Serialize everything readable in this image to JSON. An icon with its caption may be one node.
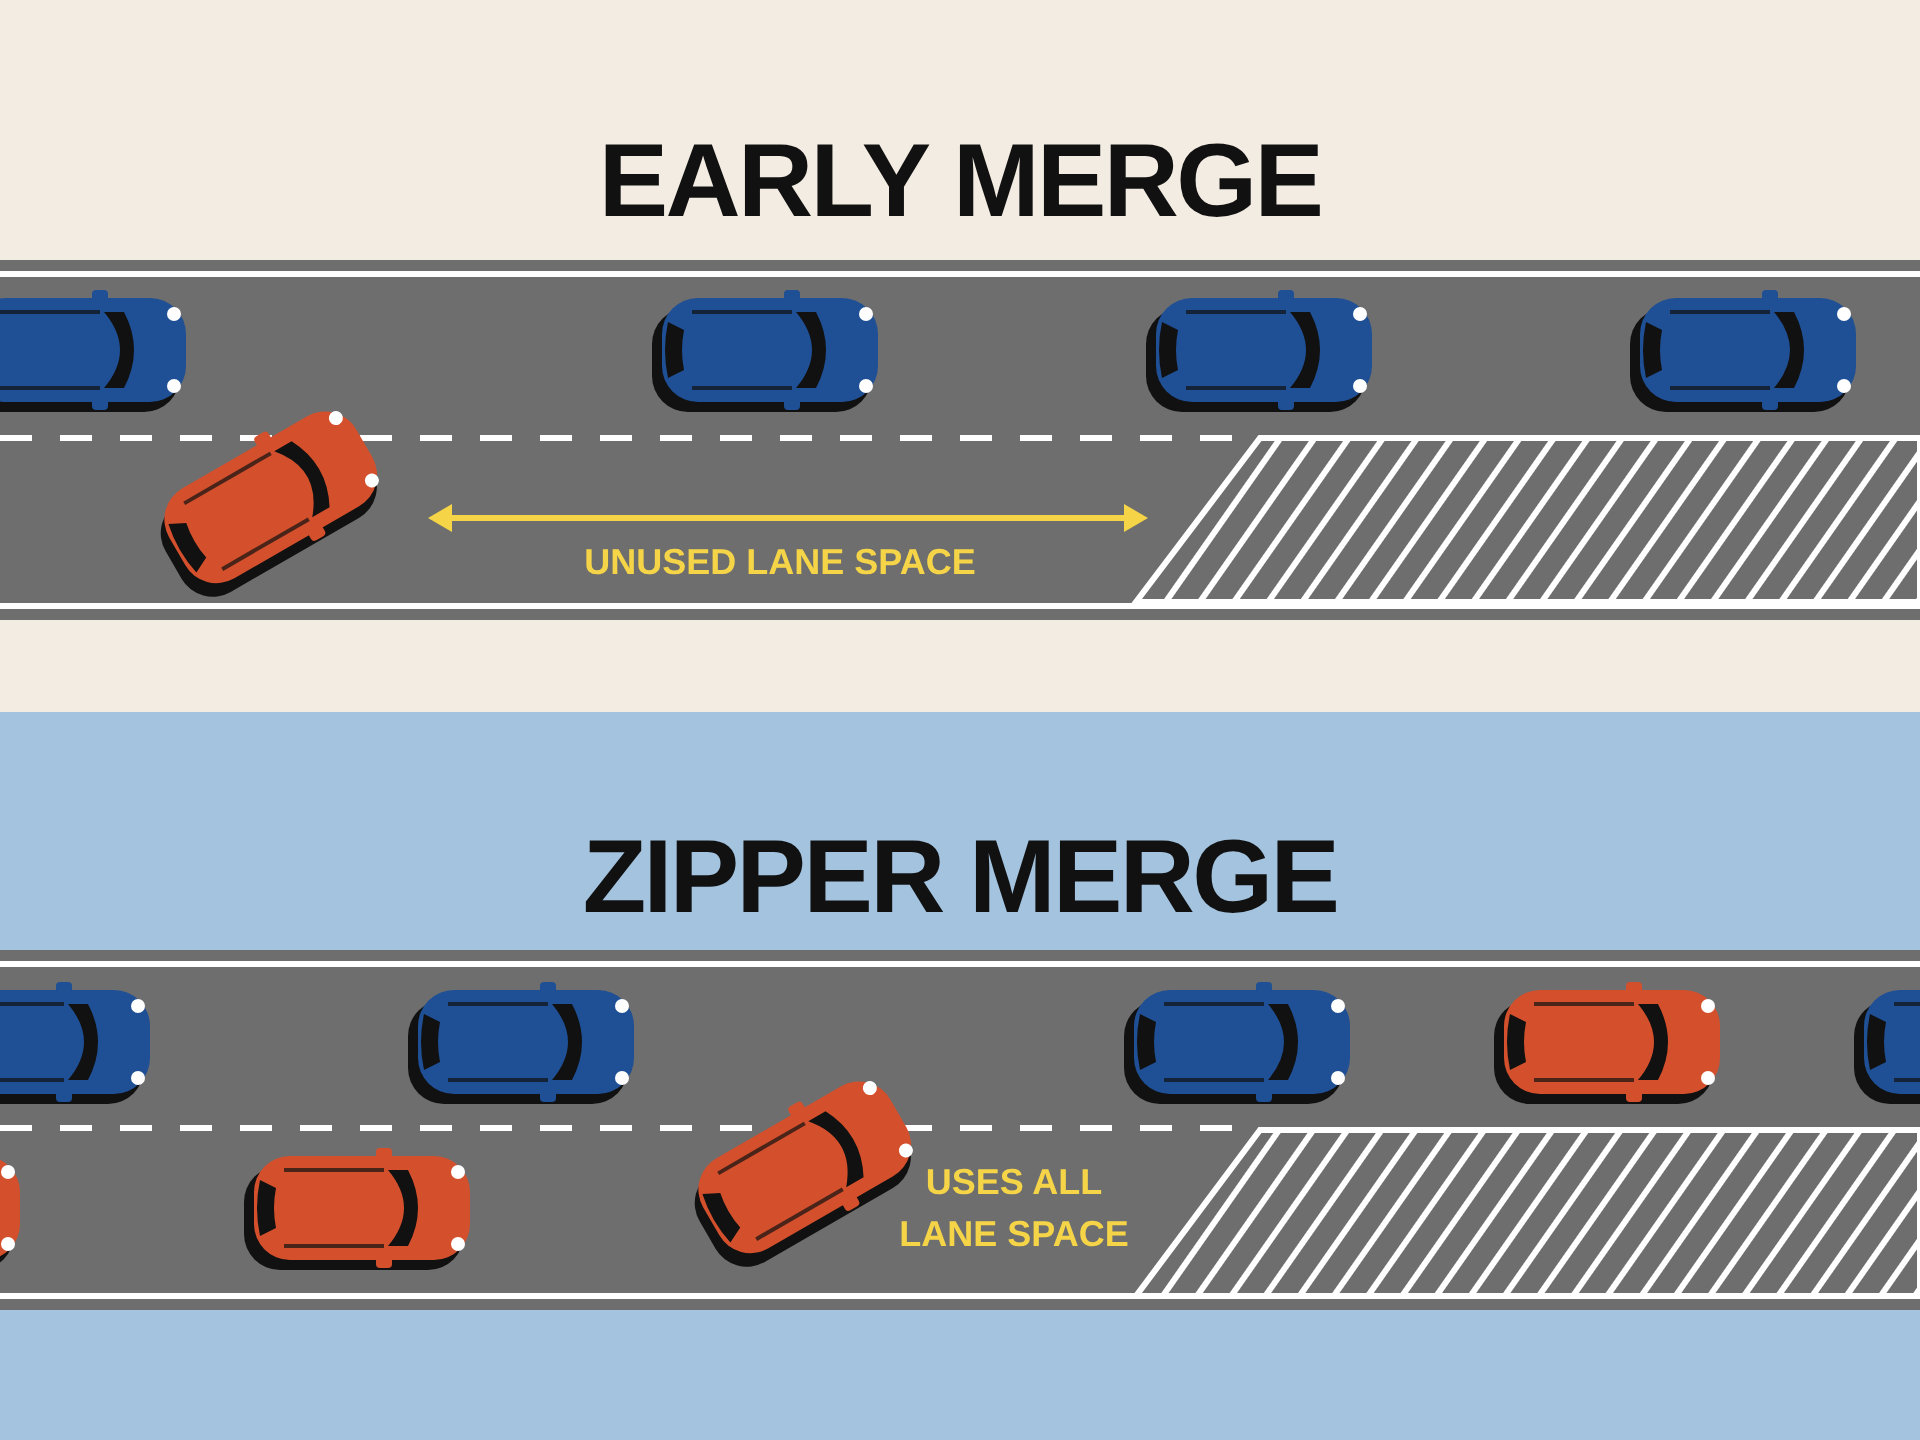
{
  "diagram": {
    "labels": [
      "EARLY MERGE",
      "UNUSED LANE SPACE",
      "ZIPPER MERGE",
      "USES ALL LANE SPACE"
    ]
  }
}
